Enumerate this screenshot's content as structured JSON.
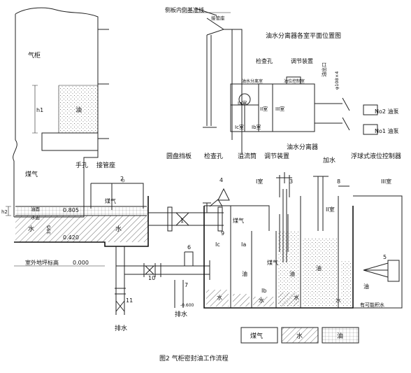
{
  "top": {
    "baseline_label": "侧板内倒基准线",
    "pipe_seat_label": "接管座",
    "plan_title": "油水分离器各室平面位置图",
    "inspection_hole": "检查孔",
    "adjust_device": "调节装置",
    "oil_outlet": "油出口",
    "size_label": "φ108×4",
    "water_sep_room": "油水分离室",
    "oil_level_room": "油位控制室",
    "room_Ia": "Ia室",
    "room_Ic": "Ic室",
    "room_Ib": "Ib室",
    "room_II": "II室",
    "room_III": "III室",
    "pump2": "No2 油泵",
    "pump1": "No1 油泵"
  },
  "left": {
    "gasholder": "气柜",
    "oil": "油",
    "gas": "煤气",
    "water": "水",
    "h1": "h1",
    "h2": "h2",
    "handhole": "手孔",
    "pipe_seat": "接管座",
    "oil_surface": "油面",
    "water_surface": "水面",
    "lev_0805": "0.805",
    "lev_0420": "0.420",
    "dim_395": "395",
    "ground_label": "室外地坪标高",
    "lev_0000": "0.000",
    "drain": "排水"
  },
  "middle": {
    "baffle": "圆盘挡板",
    "inspection_hole": "检查孔",
    "overflow": "溢流筒",
    "adjust_device": "调节装置",
    "separator": "油水分离器",
    "add_water": "加水",
    "float_ctrl": "浮球式液位控制器",
    "room_I": "I室",
    "room_II": "II室",
    "room_III": "III室",
    "Ia": "Ia",
    "Ib": "Ib",
    "Ic": "Ic",
    "gas": "煤气",
    "oil": "油",
    "water": "水",
    "accumulated_water": "有可能积水",
    "lev_0600": "-0.600",
    "drain": "排水"
  },
  "numbers": [
    "1",
    "2",
    "3",
    "4",
    "5",
    "6",
    "7",
    "8",
    "9",
    "10",
    "11"
  ],
  "legend": {
    "gas": "煤气",
    "water": "水",
    "oil": "油"
  },
  "caption": "图2  气柜密封油工作流程"
}
